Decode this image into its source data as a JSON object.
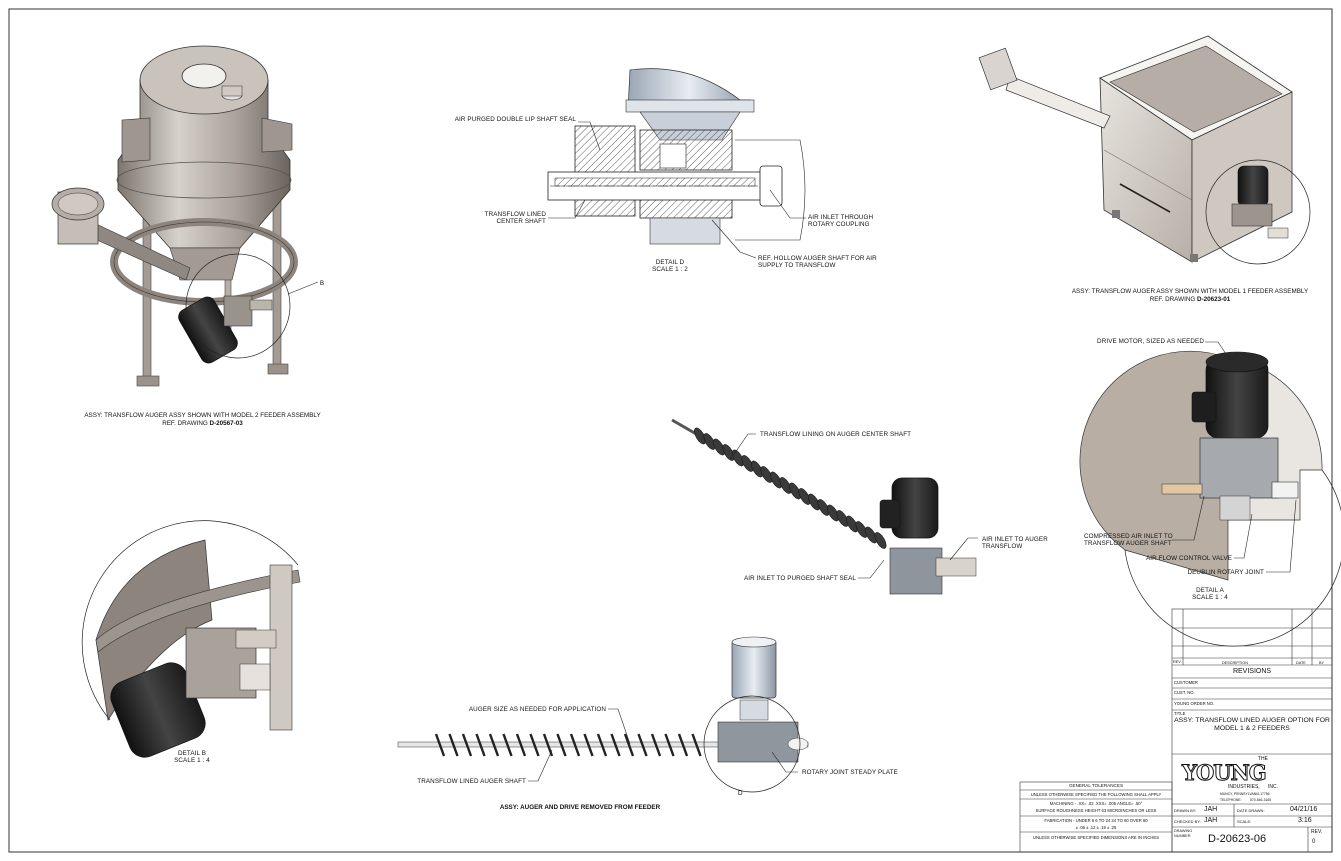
{
  "views": {
    "model2": {
      "caption_line1": "ASSY: TRANSFLOW AUGER ASSY SHOWN WITH MODEL 2 FEEDER ASSEMBLY",
      "caption_line2_prefix": "REF. DRAWING ",
      "caption_line2_drawing": "D-20567-03",
      "detail_callout": "B"
    },
    "detail_d": {
      "title": "DETAIL D",
      "scale": "SCALE 1 : 2",
      "callouts": {
        "shaft_seal": "AIR PURGED DOUBLE LIP SHAFT SEAL",
        "lined_shaft_1": "TRANSFLOW LINED",
        "lined_shaft_2": "CENTER SHAFT",
        "air_inlet_1": "AIR INLET THROUGH",
        "air_inlet_2": "ROTARY COUPLING",
        "hollow_shaft_1": "REF. HOLLOW AUGER SHAFT FOR AIR",
        "hollow_shaft_2": "SUPPLY TO TRANSFLOW"
      }
    },
    "model1": {
      "caption_line1": "ASSY: TRANSFLOW AUGER ASSY SHOWN WITH MODEL 1 FEEDER ASSEMBLY",
      "caption_line2_prefix": "REF. DRAWING ",
      "caption_line2_drawing": "D-20623-01"
    },
    "auger_iso": {
      "callouts": {
        "lining": "TRANSFLOW LINING ON AUGER CENTER SHAFT",
        "air_auger_1": "AIR INLET TO AUGER",
        "air_auger_2": "TRANSFLOW",
        "air_purged": "AIR INLET TO PURGED SHAFT SEAL"
      }
    },
    "detail_a": {
      "title": "DETAIL A",
      "scale": "SCALE 1 : 4",
      "callouts": {
        "motor": "DRIVE MOTOR, SIZED AS NEEDED",
        "compressed_1": "COMPRESSED AIR INLET TO",
        "compressed_2": "TRANSFLOW AUGER SHAFT",
        "valve": "AIR FLOW CONTROL VALVE",
        "rotary": "DEUBLIN ROTARY JOINT"
      }
    },
    "detail_b": {
      "title": "DETAIL B",
      "scale": "SCALE 1 : 4"
    },
    "removed": {
      "caption": "ASSY: AUGER AND DRIVE REMOVED FROM FEEDER",
      "callouts": {
        "auger_size": "AUGER SIZE AS NEEDED FOR APPLICATION",
        "lined_shaft": "TRANSFLOW LINED AUGER SHAFT",
        "steady": "ROTARY JOINT STEADY PLATE"
      },
      "section_mark": "D"
    }
  },
  "title_block": {
    "revisions": {
      "col_rev": "REV.",
      "col_description": "DESCRIPTION",
      "col_date": "DATE",
      "col_by": "BY",
      "heading": "REVISIONS"
    },
    "customer_label": "CUSTOMER",
    "cust_no_label": "CUST. NO.",
    "order_label": "YOUNG ORDER NO.",
    "title_label": "TITLE",
    "title_line1": "ASSY: TRANSFLOW LINED AUGER OPTION FOR",
    "title_line2": "MODEL 1 & 2 FEEDERS",
    "company": {
      "the": "THE",
      "name": "YOUNG",
      "industries": "INDUSTRIES,",
      "inc": "INC.",
      "address": "MUNCY, PENNSYLVANIA   17756",
      "telephone_label": "TELEPHONE:",
      "telephone": "570-546-3165"
    },
    "drawn_by_label": "DRAWN BY:",
    "drawn_by": "JAH",
    "date_drawn_label": "DATE DRAWN:",
    "date_drawn": "04/21/16",
    "checked_by_label": "CHECKED BY:",
    "checked_by": "JAH",
    "scale_label": "SCALE:",
    "scale": "3:16",
    "drawing_number_label_1": "DRAWING",
    "drawing_number_label_2": "NUMBER",
    "drawing_number": "D-20623-06",
    "rev_label": "REV.",
    "rev": "0"
  },
  "tolerances": {
    "heading": "GENERAL TOLERANCES",
    "line1": "UNLESS OTHERWISE SPECIFIED THE FOLLOWING SHALL APPLY",
    "line2": "MACHINING - .XX= .02  .XXX= .005  ANGLE= .50°",
    "line3": "SURFACE ROUGHNESS HEIGHT 63 MICROINCHES OR LESS",
    "line4": "FABRICATION - UNDER 6   6 TO 24   24 TO 60   OVER 60",
    "line5": "± .06     ± .12     ± .19     ± .25",
    "line6": "UNLESS OTHERWISE SPECIFIED DIMENSIONS ARE IN INCHES"
  }
}
